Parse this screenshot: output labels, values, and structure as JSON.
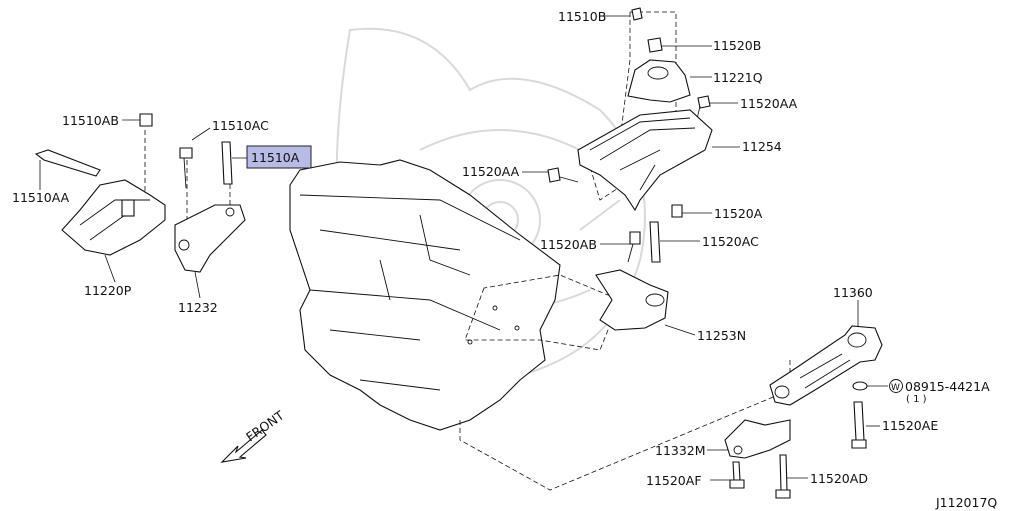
{
  "parts": {
    "p11510B": "11510B",
    "p11520B": "11520B",
    "p11221Q": "11221Q",
    "p11520AA_top": "11520AA",
    "p11254": "11254",
    "p11520AA_left": "11520AA",
    "p11520A": "11520A",
    "p11520AB": "11520AB",
    "p11520AC_right": "11520AC",
    "p11253N": "11253N",
    "p11510AB": "11510AB",
    "p11510AC": "11510AC",
    "p11510A": "11510A",
    "p11510AA": "11510AA",
    "p11220P": "11220P",
    "p11232": "11232",
    "p11360": "11360",
    "p08915": "08915-4421A",
    "p08915_qty": "( 1 )",
    "p08915_mark": "W",
    "p11520AE": "11520AE",
    "p11332M": "11332M",
    "p11520AF": "11520AF",
    "p11520AD": "11520AD"
  },
  "front_label": "FRONT",
  "diagram_id": "J112017Q",
  "highlight_color": "#b8bbe6"
}
